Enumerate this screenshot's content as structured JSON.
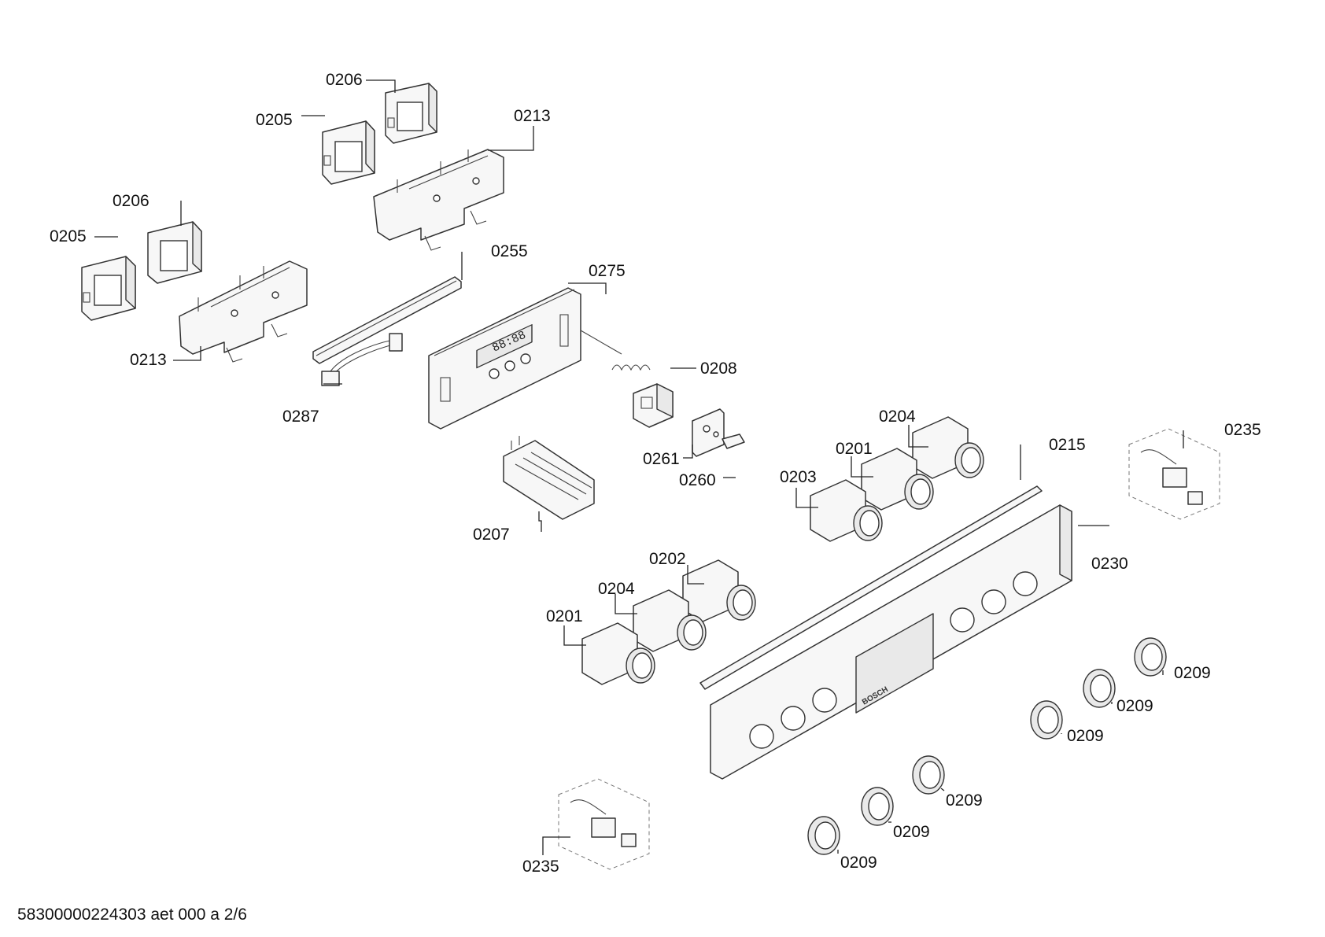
{
  "footer": {
    "document_id": "58300000224303 aet 000 a 2/6"
  },
  "callouts": {
    "c0206_top": "0206",
    "c0205_top": "0205",
    "c0213_top": "0213",
    "c0206_left": "0206",
    "c0205_left": "0205",
    "c0255": "0255",
    "c0275": "0275",
    "c0213_left": "0213",
    "c0208": "0208",
    "c0287": "0287",
    "c0204_top": "0204",
    "c0215": "0215",
    "c0235_right": "0235",
    "c0201_top": "0201",
    "c0261": "0261",
    "c0260": "0260",
    "c0203": "0203",
    "c0207": "0207",
    "c0230": "0230",
    "c0202": "0202",
    "c0204_mid": "0204",
    "c0201_mid": "0201",
    "c0209_a": "0209",
    "c0209_b": "0209",
    "c0209_c": "0209",
    "c0209_d": "0209",
    "c0209_e": "0209",
    "c0209_f": "0209",
    "c0235_left": "0235"
  },
  "control_panel": {
    "brand_mark": "BOSCH",
    "display_digits": "88:88"
  }
}
